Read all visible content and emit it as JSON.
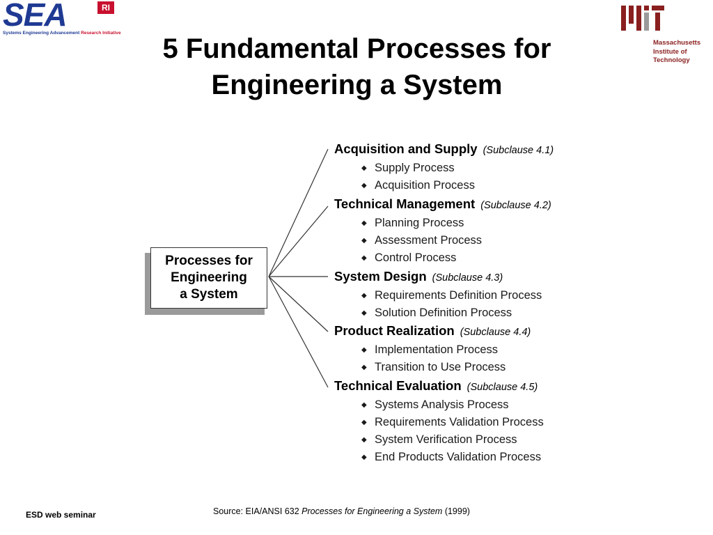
{
  "header": {
    "sea_logo": {
      "main": "SEA",
      "badge": "RI",
      "subtitle_a": "Systems Engineering Advancement ",
      "subtitle_b": "Research Initiative"
    },
    "mit_logo": {
      "line1": "Massachusetts",
      "line2": "Institute of",
      "line3": "Technology"
    },
    "title_line1": "5 Fundamental Processes for",
    "title_line2": "Engineering a System"
  },
  "diagram": {
    "root": {
      "line1": "Processes for",
      "line2": "Engineering",
      "line3": "a System"
    },
    "groups": [
      {
        "name": "Acquisition and Supply",
        "subclause": "(Subclause 4.1)",
        "items": [
          "Supply Process",
          "Acquisition Process"
        ]
      },
      {
        "name": "Technical Management",
        "subclause": "(Subclause 4.2)",
        "items": [
          "Planning Process",
          "Assessment Process",
          "Control Process"
        ]
      },
      {
        "name": "System Design",
        "subclause": "(Subclause 4.3)",
        "items": [
          "Requirements Definition Process",
          "Solution Definition Process"
        ]
      },
      {
        "name": "Product Realization",
        "subclause": "(Subclause 4.4)",
        "items": [
          "Implementation Process",
          "Transition to Use Process"
        ]
      },
      {
        "name": "Technical Evaluation",
        "subclause": "(Subclause 4.5)",
        "items": [
          "Systems Analysis Process",
          "Requirements Validation Process",
          "System Verification Process",
          "End Products Validation Process"
        ]
      }
    ]
  },
  "footer": {
    "left": "ESD web seminar",
    "source_prefix": "Source: EIA/ANSI 632 ",
    "source_title": "Processes for Engineering a System",
    "source_suffix": " (1999)"
  },
  "colors": {
    "sea_blue": "#1f3a93",
    "sea_red": "#c8102e",
    "mit_red": "#8a1f1f",
    "mit_gray": "#9a9a9a"
  }
}
